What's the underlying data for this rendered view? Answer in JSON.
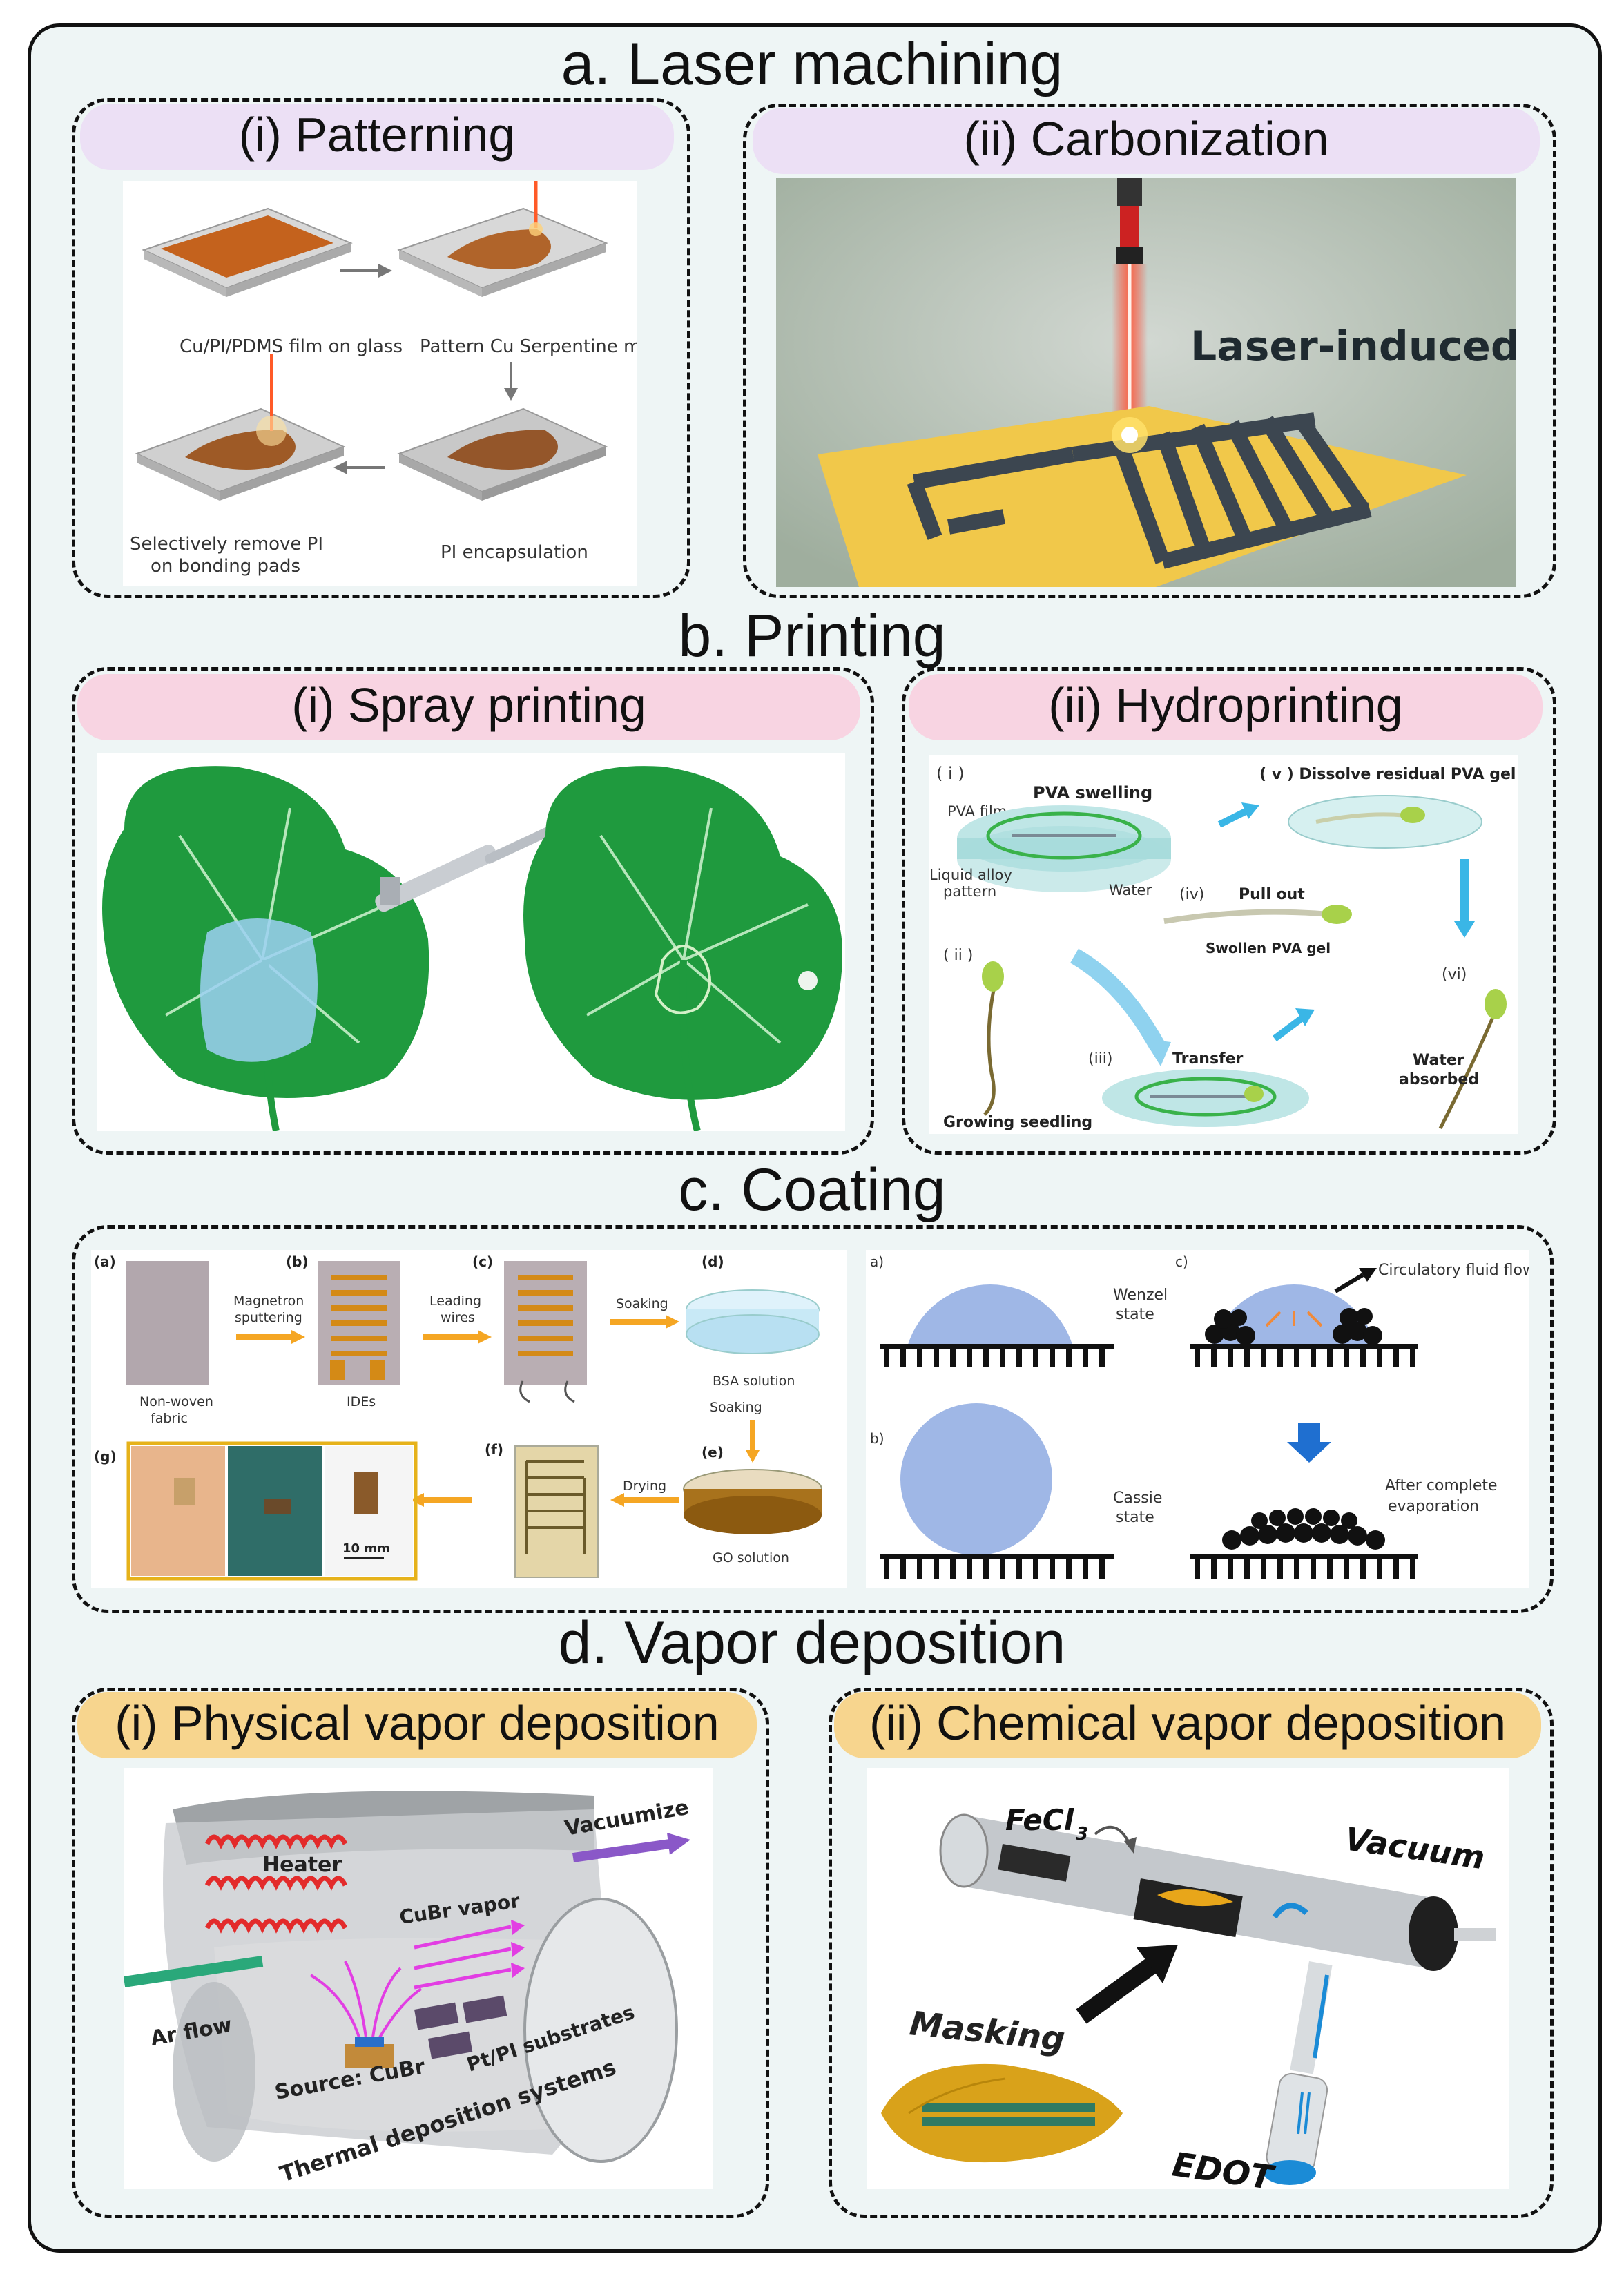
{
  "sections": {
    "a": {
      "title": "a. Laser machining",
      "patterning": {
        "title": "(i) Patterning",
        "labels": {
          "film": "Cu/PI/PDMS film on glass",
          "pattern": "Pattern Cu Serpentine mesh",
          "remove_1": "Selectively remove PI",
          "remove_2": "on bonding pads",
          "encap": "PI encapsulation"
        }
      },
      "carbonization": {
        "title": "(ii) Carbonization",
        "caption": "Laser-induced"
      }
    },
    "b": {
      "title": "b. Printing",
      "spray": {
        "title": "(i) Spray printing"
      },
      "hydro": {
        "title": "(ii) Hydroprinting",
        "labels": {
          "i": "( i )",
          "pva_swelling": "PVA swelling",
          "pva_film": "PVA film",
          "liquid_alloy_1": "Liquid alloy",
          "liquid_alloy_2": "pattern",
          "water": "Water",
          "v": "( v ) Dissolve residual PVA gel",
          "iv": "(iv)",
          "pull_out": "Pull out",
          "swollen": "Swollen PVA gel",
          "ii": "( ii )",
          "iii": "(iii)",
          "transfer": "Transfer",
          "vi": "(vi)",
          "water_absorbed_1": "Water",
          "water_absorbed_2": "absorbed",
          "growing": "Growing seedling"
        }
      }
    },
    "c": {
      "title": "c. Coating",
      "left": {
        "a": "(a)",
        "b": "(b)",
        "c": "(c)",
        "d": "(d)",
        "e": "(e)",
        "f": "(f)",
        "g": "(g)",
        "magnetron_1": "Magnetron",
        "magnetron_2": "sputtering",
        "leading_1": "Leading",
        "leading_2": "wires",
        "soaking": "Soaking",
        "soaking2": "Soaking",
        "nonwoven_1": "Non-woven",
        "nonwoven_2": "fabric",
        "ides": "IDEs",
        "bsa": "BSA solution",
        "drying": "Drying",
        "go": "GO solution",
        "scale": "10 mm"
      },
      "right": {
        "a": "a)",
        "b": "b)",
        "c": "c)",
        "wenzel_1": "Wenzel",
        "wenzel_2": "state",
        "circ": "Circulatory fluid flow",
        "cassie_1": "Cassie",
        "cassie_2": "state",
        "after_1": "After complete",
        "after_2": "evaporation"
      }
    },
    "d": {
      "title": "d. Vapor deposition",
      "pvd": {
        "title": "(i) Physical vapor deposition",
        "labels": {
          "heater": "Heater",
          "vapor": "CuBr vapor",
          "vacuumize": "Vacuumize",
          "ar": "Ar flow",
          "source": "Source: CuBr",
          "substrates": "Pt/PI substrates",
          "systems": "Thermal deposition systems"
        }
      },
      "cvd": {
        "title": "(ii) Chemical vapor deposition",
        "labels": {
          "fecl": "FeCl",
          "fecl_sub": "3",
          "vacuum": "Vacuum",
          "masking": "Masking",
          "edot": "EDOT"
        }
      }
    }
  },
  "colors": {
    "background": "#eef5f5",
    "pill_laser": "#ece0f5",
    "pill_printing": "#f8d4e2",
    "pill_vapor": "#f7d58e",
    "arrow_orange": "#f5a623",
    "arrow_blue": "#3a9fe0"
  }
}
